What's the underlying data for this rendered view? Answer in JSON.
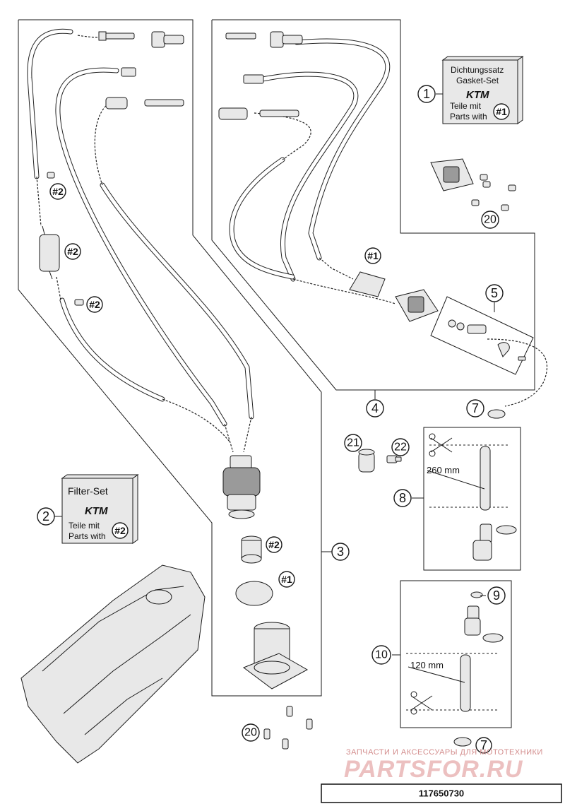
{
  "callouts": {
    "c1": "1",
    "c2": "2",
    "c3": "3",
    "c4": "4",
    "c5": "5",
    "c7a": "7",
    "c7b": "7",
    "c8": "8",
    "c9": "9",
    "c10": "10",
    "c20a": "20",
    "c20b": "20",
    "c21": "21",
    "c22": "22"
  },
  "refs": {
    "r2a": "#2",
    "r2b": "#2",
    "r2c": "#2",
    "r2d": "#2",
    "r1a": "#1",
    "r1b": "#1"
  },
  "gasket_box": {
    "line1": "Dichtungssatz",
    "line2": "Gasket-Set",
    "brand": "KTM",
    "line3": "Teile mit",
    "line4": "Parts with",
    "ref": "#1"
  },
  "filter_box": {
    "title": "Filter-Set",
    "brand": "KTM",
    "line1": "Teile mit",
    "line2": "Parts with",
    "ref": "#2"
  },
  "dimensions": {
    "hose_8": "260 mm",
    "hose_10": "120 mm"
  },
  "watermark": {
    "line1": "ЗАПЧАСТИ И АКСЕССУАРЫ ДЛЯ МОТОТЕХНИКИ",
    "line2": "PARTSFOR.RU"
  },
  "document_number": "117650730"
}
